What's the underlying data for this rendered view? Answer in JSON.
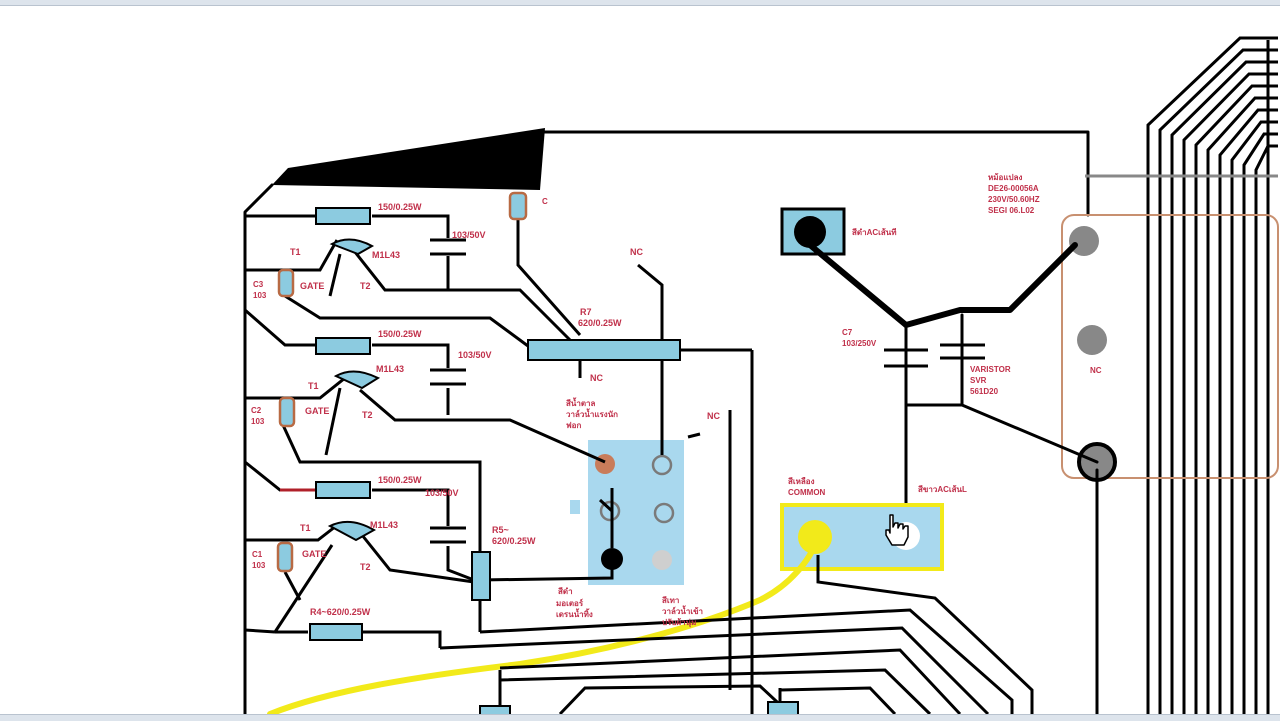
{
  "title": "",
  "colors": {
    "wire": "#000000",
    "label": "#c0304a",
    "component_fill": "#8ccbe0",
    "relay_block": "#a9d8ee",
    "highlight_yellow": "#f2ea1a",
    "connector_border": "#c89070"
  },
  "labels": {
    "r_top": "150/0.25W",
    "r_mid": "150/0.25W",
    "r_bot": "150/0.25W",
    "cap_top": "103/50V",
    "cap_mid": "103/50V",
    "cap_bot": "103/50V",
    "t1_a": "T1",
    "t1_b": "T1",
    "t1_c": "T1",
    "t2_a": "T2",
    "t2_b": "T2",
    "t2_c": "T2",
    "m_a": "M1L43",
    "m_b": "M1L43",
    "m_c": "M1L43",
    "gate_a": "GATE",
    "gate_b": "GATE",
    "gate_c": "GATE",
    "c3": "C3",
    "c3v": "103",
    "c2": "C2",
    "c2v": "103",
    "c1": "C1",
    "c1v": "103",
    "c_small": "C",
    "nc_top": "NC",
    "r7": "R7",
    "r7v": "620/0.25W",
    "nc_mid": "NC",
    "brown_line1": "สีน้ำตาล",
    "brown_line2": "วาล์วน้ำแรงนัก",
    "brown_line3": "ฟอก",
    "nc_right": "NC",
    "r5": "R5~",
    "r5v": "620/0.25W",
    "black_line1": "สีดำ",
    "black_line2": "มอเตอร์",
    "black_line3": "เดรนน้ำทิ้ง",
    "gray_line1": "สีเทา",
    "gray_line2": "วาล์วน้ำเข้า",
    "gray_line3": "ปรับผ้านุ่ม",
    "r4": "R4~620/0.25W",
    "ac_black": "สีดำACเส้นที",
    "transformer1": "หม้อแปลง",
    "transformer2": "DE26-00056A",
    "transformer3": "230V/50.60HZ",
    "transformer4": "SEGI 06.L02",
    "c7": "C7",
    "c7v": "103/250V",
    "varistor1": "VARISTOR",
    "varistor2": "SVR",
    "varistor3": "561D20",
    "nc_connector": "NC",
    "yellow_line1": "สีเหลือง",
    "yellow_line2": "COMMON",
    "ac_white": "สีขาวACเส้นL"
  },
  "icons": {
    "cursor": "hand-pointer-icon"
  }
}
